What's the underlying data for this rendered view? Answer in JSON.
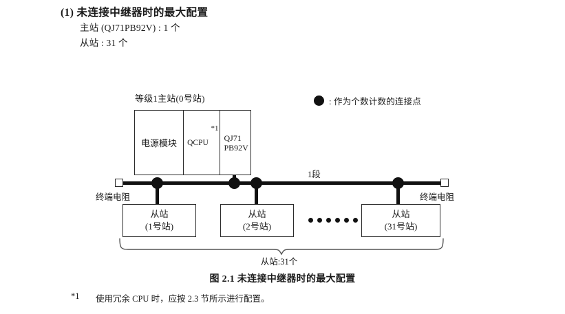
{
  "heading": {
    "section_title": "(1) 未连接中继器时的最大配置",
    "spec_master": "主站 (QJ71PB92V) : 1 个",
    "spec_slave": "从站 : 31 个"
  },
  "diagram": {
    "master_label": "等级1主站(0号站)",
    "rack": {
      "power_module": "电源模块",
      "cpu_module": "QCPU",
      "footnote_marker": "*1",
      "network_module_line1": "QJ71",
      "network_module_line2": "PB92V"
    },
    "bus_segment_label": "1段",
    "terminal_resistor_left": "终端电阻",
    "terminal_resistor_right": "终端电阻",
    "slaves": [
      {
        "title": "从站",
        "station": "(1号站)"
      },
      {
        "title": "从站",
        "station": "(2号站)"
      },
      {
        "title": "从站",
        "station": "(31号站)"
      }
    ],
    "ellipsis_dot_count": 6,
    "brace_caption": "从站:31个",
    "legend": {
      "symbol": "filled-circle",
      "text": ": 作为个数计数的连接点"
    },
    "colors": {
      "line": "#111111",
      "box_border": "#2b2b2b",
      "text": "#1a1a1a",
      "background": "#ffffff"
    }
  },
  "figure_caption": "图 2.1  未连接中继器时的最大配置",
  "footnote": {
    "tag": "*1",
    "text": "使用冗余 CPU 时，应按 2.3 节所示进行配置。"
  }
}
